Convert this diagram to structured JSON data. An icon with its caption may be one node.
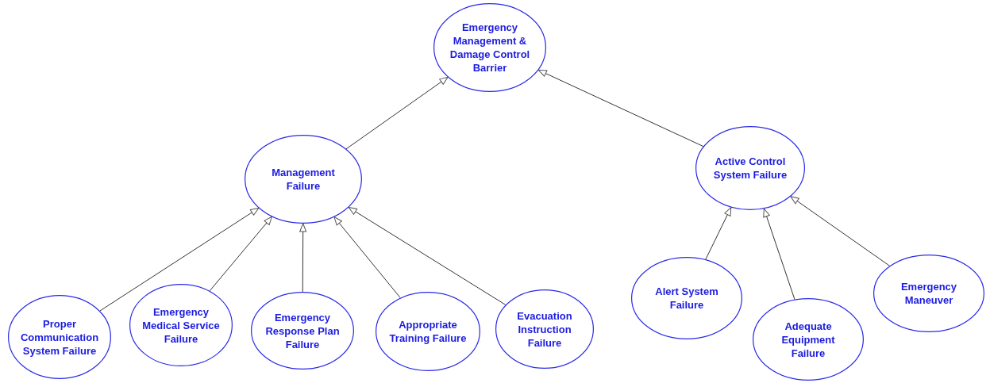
{
  "diagram": {
    "nodes": [
      {
        "text": [
          "Emergency Management & Damage Control Barrier"
        ]
      },
      {
        "text": [
          "Management Failure"
        ]
      },
      {
        "text": [
          "Active Control System Failure"
        ]
      },
      {
        "text": [
          "Proper Communication System Failure"
        ]
      },
      {
        "text": [
          "Emergency Medical Service Failure"
        ]
      },
      {
        "text": [
          "Emergency Response Plan Failure"
        ]
      },
      {
        "text": [
          "Appropriate Training Failure"
        ]
      },
      {
        "text": [
          "Evacuation Instruction Failure"
        ]
      },
      {
        "text": [
          "Alert System Failure"
        ]
      },
      {
        "text": [
          "Adequate Equipment Failure"
        ]
      },
      {
        "text": [
          "Emergency Maneuver"
        ]
      }
    ],
    "edges": [
      {
        "from": 1,
        "to": 0,
        "arrow": "to"
      },
      {
        "from": 2,
        "to": 0,
        "arrow": "to"
      },
      {
        "from": 3,
        "to": 1,
        "arrow": "to"
      },
      {
        "from": 4,
        "to": 1,
        "arrow": "to"
      },
      {
        "from": 5,
        "to": 1,
        "arrow": "to"
      },
      {
        "from": 6,
        "to": 1,
        "arrow": "to"
      },
      {
        "from": 7,
        "to": 1,
        "arrow": "to"
      },
      {
        "from": 8,
        "to": 2,
        "arrow": "to"
      },
      {
        "from": 9,
        "to": 2,
        "arrow": "to"
      },
      {
        "from": 10,
        "to": 2,
        "arrow": "to"
      }
    ]
  }
}
